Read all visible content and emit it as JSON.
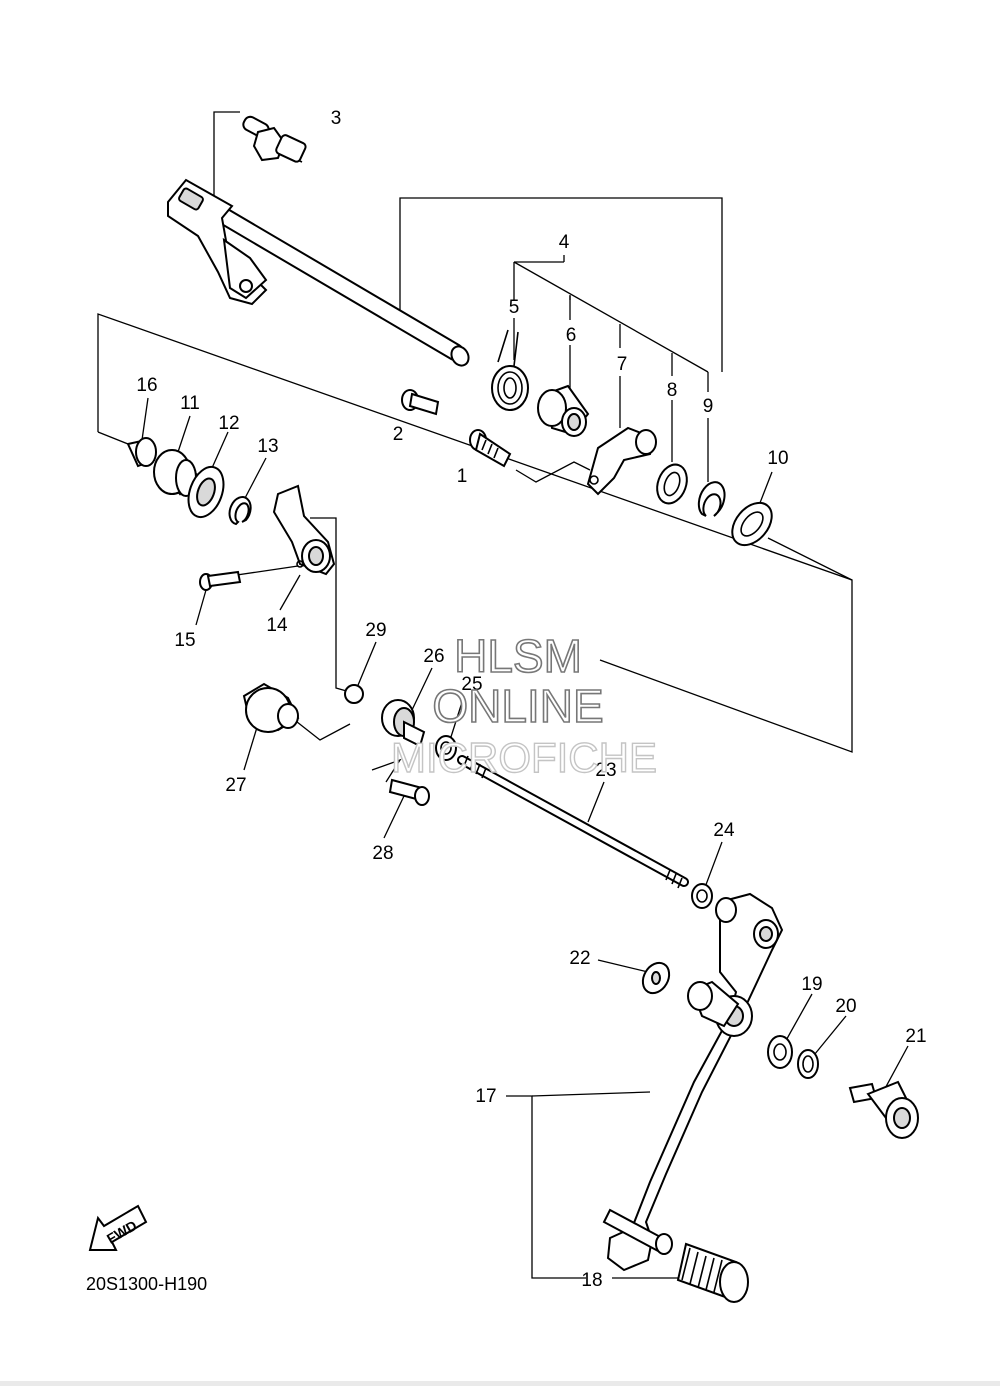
{
  "diagram": {
    "catalog_code": "20S1300-H190",
    "fwd_label": "FWD",
    "watermark": {
      "line1": "HLSM",
      "line2": "ONLINE",
      "line3": "MICROFICHE"
    },
    "callouts": [
      "1",
      "2",
      "3",
      "4",
      "5",
      "6",
      "7",
      "8",
      "9",
      "10",
      "11",
      "12",
      "13",
      "14",
      "15",
      "16",
      "17",
      "18",
      "19",
      "20",
      "21",
      "22",
      "23",
      "24",
      "25",
      "26",
      "27",
      "28",
      "29"
    ]
  }
}
